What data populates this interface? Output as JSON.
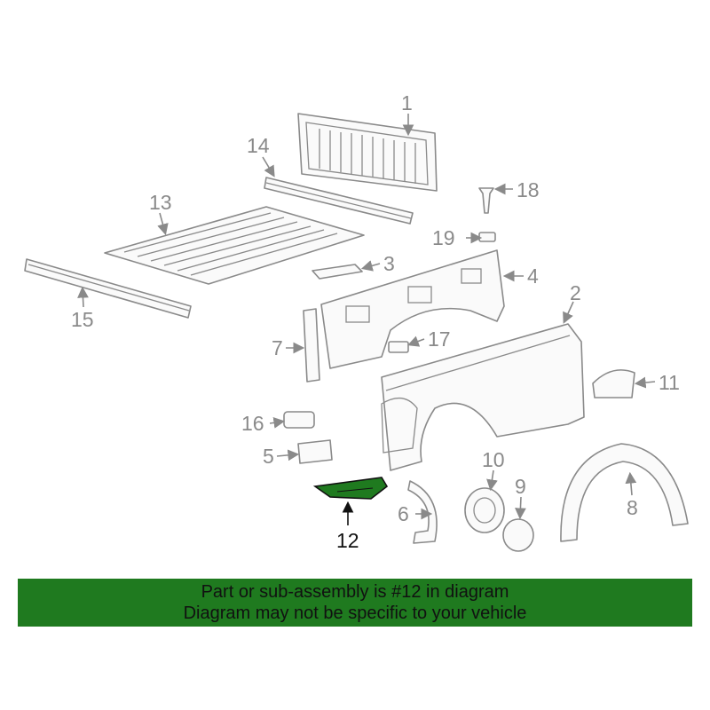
{
  "colors": {
    "highlight_part": "#1f7a1f",
    "banner": "#1f7a1f",
    "line": "#8a8a8a"
  },
  "callouts": {
    "c1": "1",
    "c2": "2",
    "c3": "3",
    "c4": "4",
    "c5": "5",
    "c6": "6",
    "c7": "7",
    "c8": "8",
    "c9": "9",
    "c10": "10",
    "c11": "11",
    "c12": "12",
    "c13": "13",
    "c14": "14",
    "c15": "15",
    "c16": "16",
    "c17": "17",
    "c18": "18",
    "c19": "19"
  },
  "banner": {
    "line1": "Part or sub-assembly is #12 in diagram",
    "line2": "Diagram may not be specific to your vehicle"
  }
}
